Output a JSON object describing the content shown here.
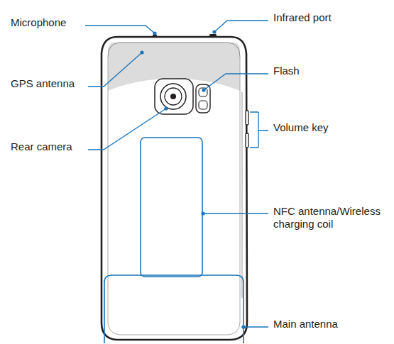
{
  "diagram": {
    "labels": [
      "Microphone",
      "Infrared port",
      "GPS antenna",
      "Flash",
      "Volume key",
      "Rear camera",
      "NFC antenna/Wireless charging coil",
      "Main antenna"
    ]
  }
}
